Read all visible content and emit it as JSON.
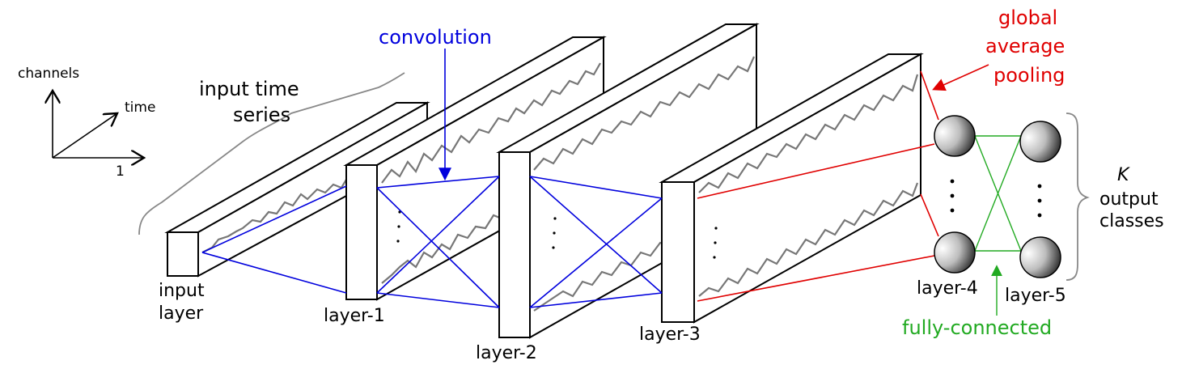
{
  "axes": {
    "channels": "channels",
    "time": "time",
    "one": "1"
  },
  "labels": {
    "input_time_series_line1": "input time",
    "input_time_series_line2": "series",
    "convolution": "convolution",
    "gap_line1": "global",
    "gap_line2": "average",
    "gap_line3": "pooling",
    "k": "K",
    "output_line1": "output",
    "output_line2": "classes",
    "fully_connected": "fully-connected"
  },
  "layers": {
    "input_line1": "input",
    "input_line2": "layer",
    "layer1": "layer-1",
    "layer2": "layer-2",
    "layer3": "layer-3",
    "layer4": "layer-4",
    "layer5": "layer-5"
  },
  "colors": {
    "convolution": "#0000dd",
    "global_average_pooling": "#e00000",
    "fully_connected": "#22aa22",
    "waveform": "#777777"
  }
}
